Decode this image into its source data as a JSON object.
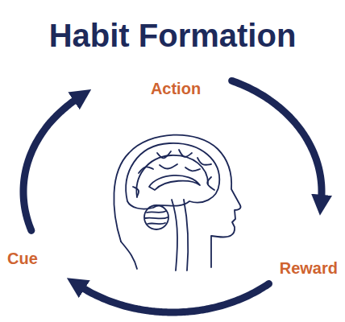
{
  "diagram": {
    "title": "Habit Formation",
    "nodes": [
      {
        "text": [
          "Action"
        ]
      },
      {
        "text": [
          "Cue"
        ]
      },
      {
        "text": [
          "Reward"
        ]
      }
    ],
    "edges": [
      {
        "from": 0,
        "to": 2,
        "arrow": "to"
      },
      {
        "from": 2,
        "to": 1,
        "arrow": "to"
      },
      {
        "from": 1,
        "to": 0,
        "arrow": "to"
      }
    ]
  }
}
